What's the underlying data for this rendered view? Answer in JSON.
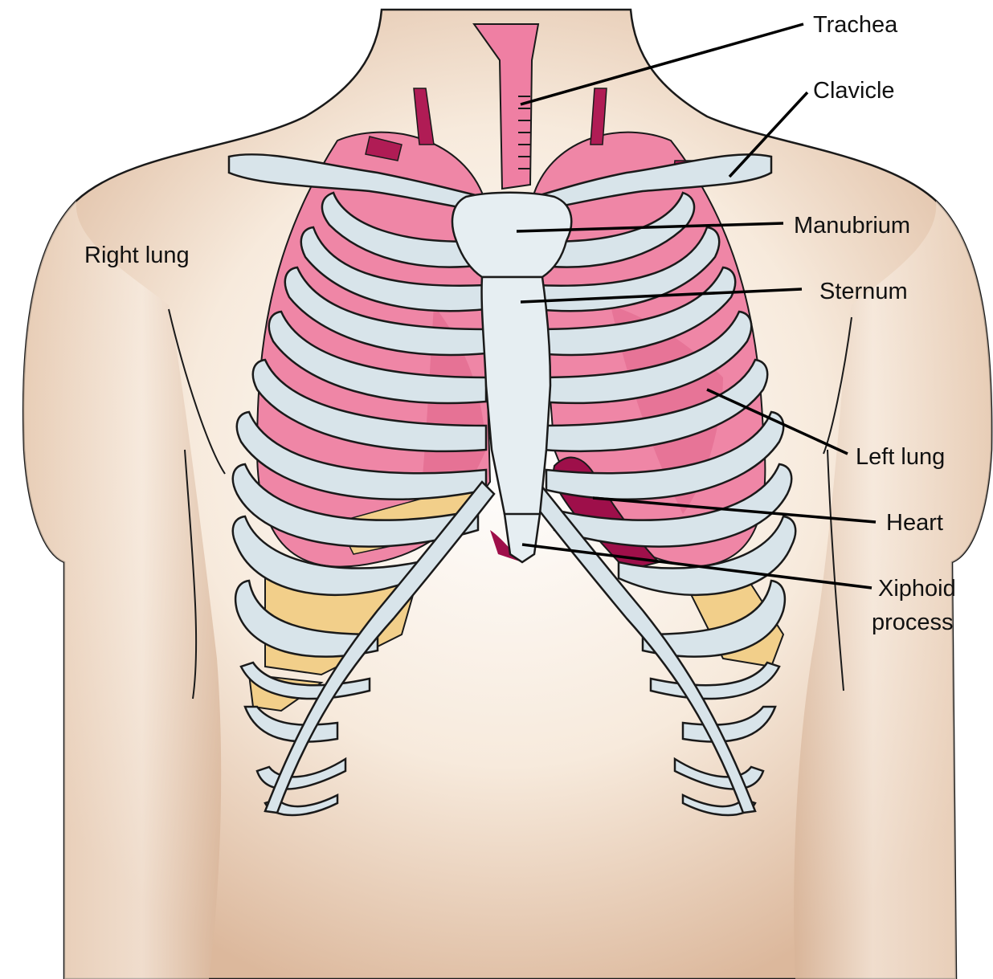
{
  "labels": {
    "trachea": "Trachea",
    "clavicle": "Clavicle",
    "manubrium": "Manubrium",
    "sternum": "Sternum",
    "right_lung": "Right lung",
    "left_lung": "Left lung",
    "heart": "Heart",
    "xiphoid_line1": "Xiphoid",
    "xiphoid_line2": "process"
  },
  "colors": {
    "skin": "#f2dcc6",
    "skin_shadow": "#d9b59a",
    "lung": "#ef86a6",
    "lung_dark": "#e0668a",
    "bone": "#d8e4ea",
    "bone_outline": "#1a1a1a",
    "fat": "#f2cf8a",
    "heart": "#9e0f4a",
    "vessel": "#b01c55",
    "trachea": "#ef7fa3"
  }
}
